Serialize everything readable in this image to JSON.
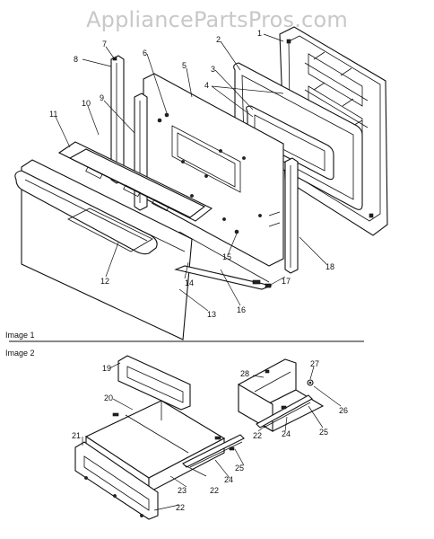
{
  "watermark": "AppliancePartsPros.com",
  "sections": [
    {
      "label": "Image 1"
    },
    {
      "label": "Image 2"
    }
  ],
  "callouts": [
    "1",
    "2",
    "3",
    "4",
    "5",
    "6",
    "7",
    "8",
    "9",
    "10",
    "11",
    "12",
    "13",
    "14",
    "15",
    "16",
    "17",
    "18",
    "19",
    "20",
    "21",
    "22",
    "23",
    "24",
    "25",
    "26",
    "27",
    "28"
  ]
}
